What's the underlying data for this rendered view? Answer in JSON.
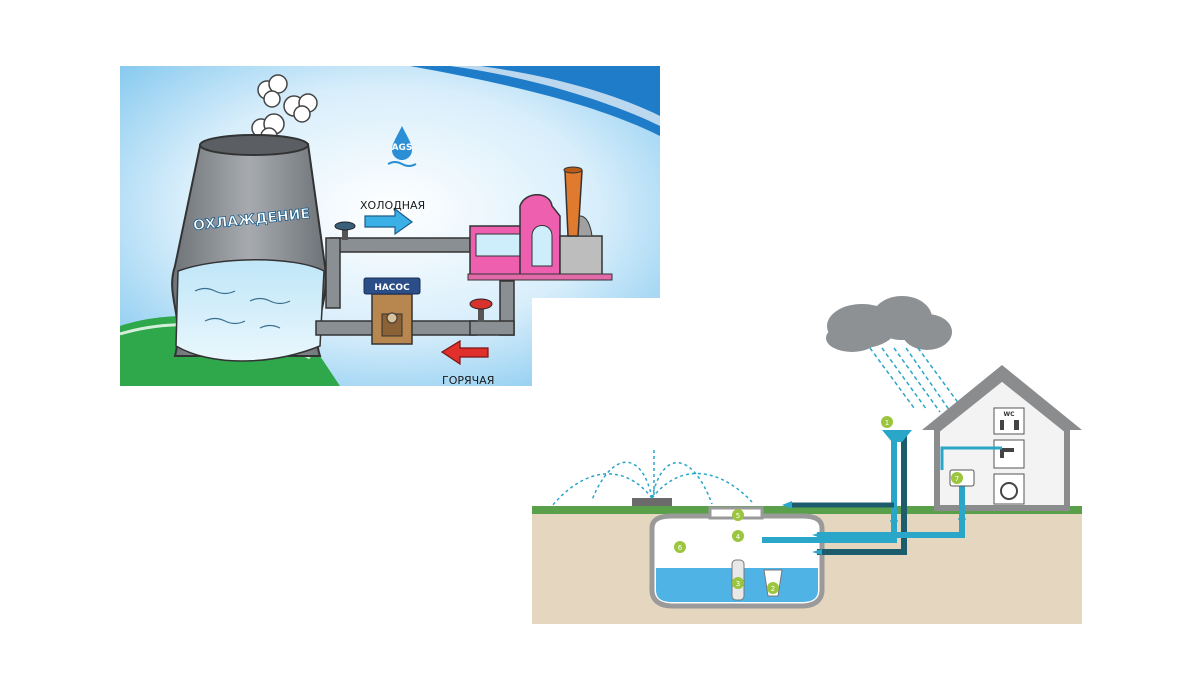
{
  "cooling_diagram": {
    "logo_text": "AGS",
    "tower_label": "ОХЛАЖДЕНИЕ",
    "cold_label": "ХОЛОДНАЯ",
    "hot_label": "ГОРЯЧАЯ",
    "pump_label": "НАСОС",
    "colors": {
      "sky": "#7fc6ee",
      "pipe": "#8a8f94",
      "tower": "#8c9094",
      "factory": "#ee5fb0",
      "grass": "#2ea84a",
      "cold_arrow": "#3bb0e6",
      "hot_arrow": "#e0302b"
    }
  },
  "rainwater_diagram": {
    "wc_label": "WC",
    "markers": [
      "1",
      "2",
      "3",
      "4",
      "5",
      "6",
      "7"
    ],
    "colors": {
      "soil": "#e5d6bf",
      "pipe_dark": "#1c5c6d",
      "pipe_light": "#2aa6c9",
      "house": "#8b8c8e",
      "grass": "#5aa04a",
      "water": "#4fb3e6",
      "marker": "#9bc53d"
    }
  }
}
